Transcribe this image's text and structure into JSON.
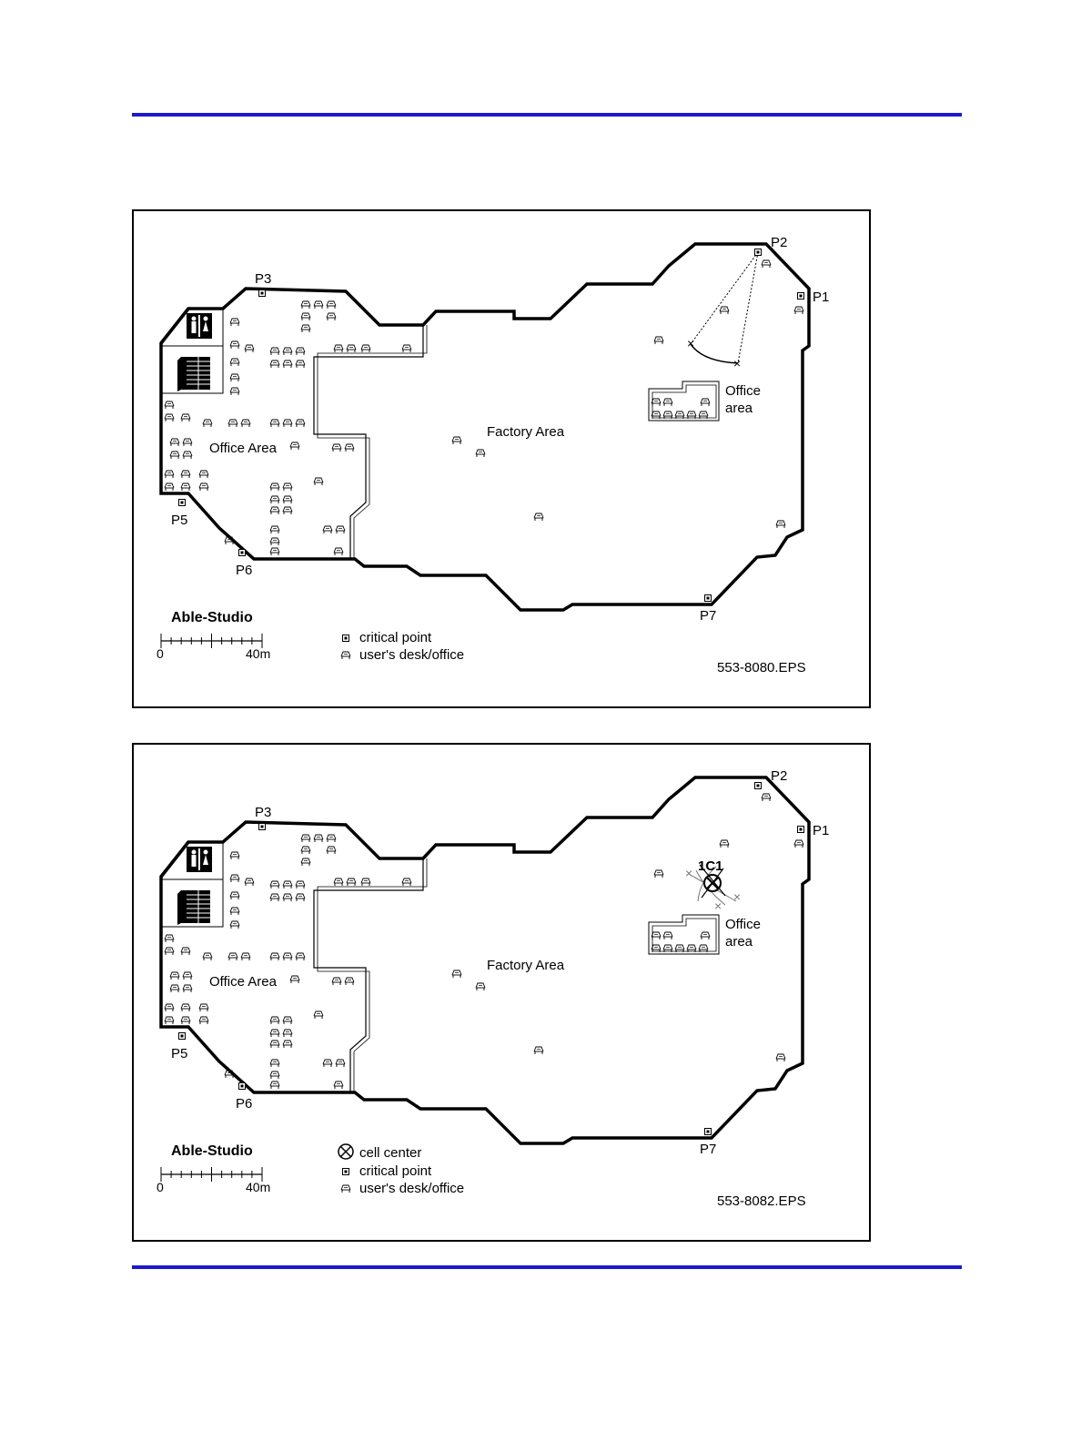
{
  "rule_color": "#1a1acc",
  "figures": [
    {
      "eps": "553-8080.EPS",
      "site_name": "Able-Studio",
      "office_area_label": "Office Area",
      "factory_area_label": "Factory Area",
      "small_office_label_line1": "Office",
      "small_office_label_line2": "area",
      "points": [
        "P1",
        "P2",
        "P3",
        "P5",
        "P6",
        "P7"
      ],
      "scale_start": "0",
      "scale_end": "40m",
      "legend": {
        "critical_point": "critical point",
        "desk": "user's desk/office"
      }
    },
    {
      "eps": "553-8082.EPS",
      "site_name": "Able-Studio",
      "office_area_label": "Office Area",
      "factory_area_label": "Factory Area",
      "small_office_label_line1": "Office",
      "small_office_label_line2": "area",
      "cell_label": "1C1",
      "points": [
        "P1",
        "P2",
        "P3",
        "P5",
        "P6",
        "P7"
      ],
      "scale_start": "0",
      "scale_end": "40m",
      "legend": {
        "cell_center": "cell center",
        "critical_point": "critical point",
        "desk": "user's desk/office"
      }
    }
  ]
}
